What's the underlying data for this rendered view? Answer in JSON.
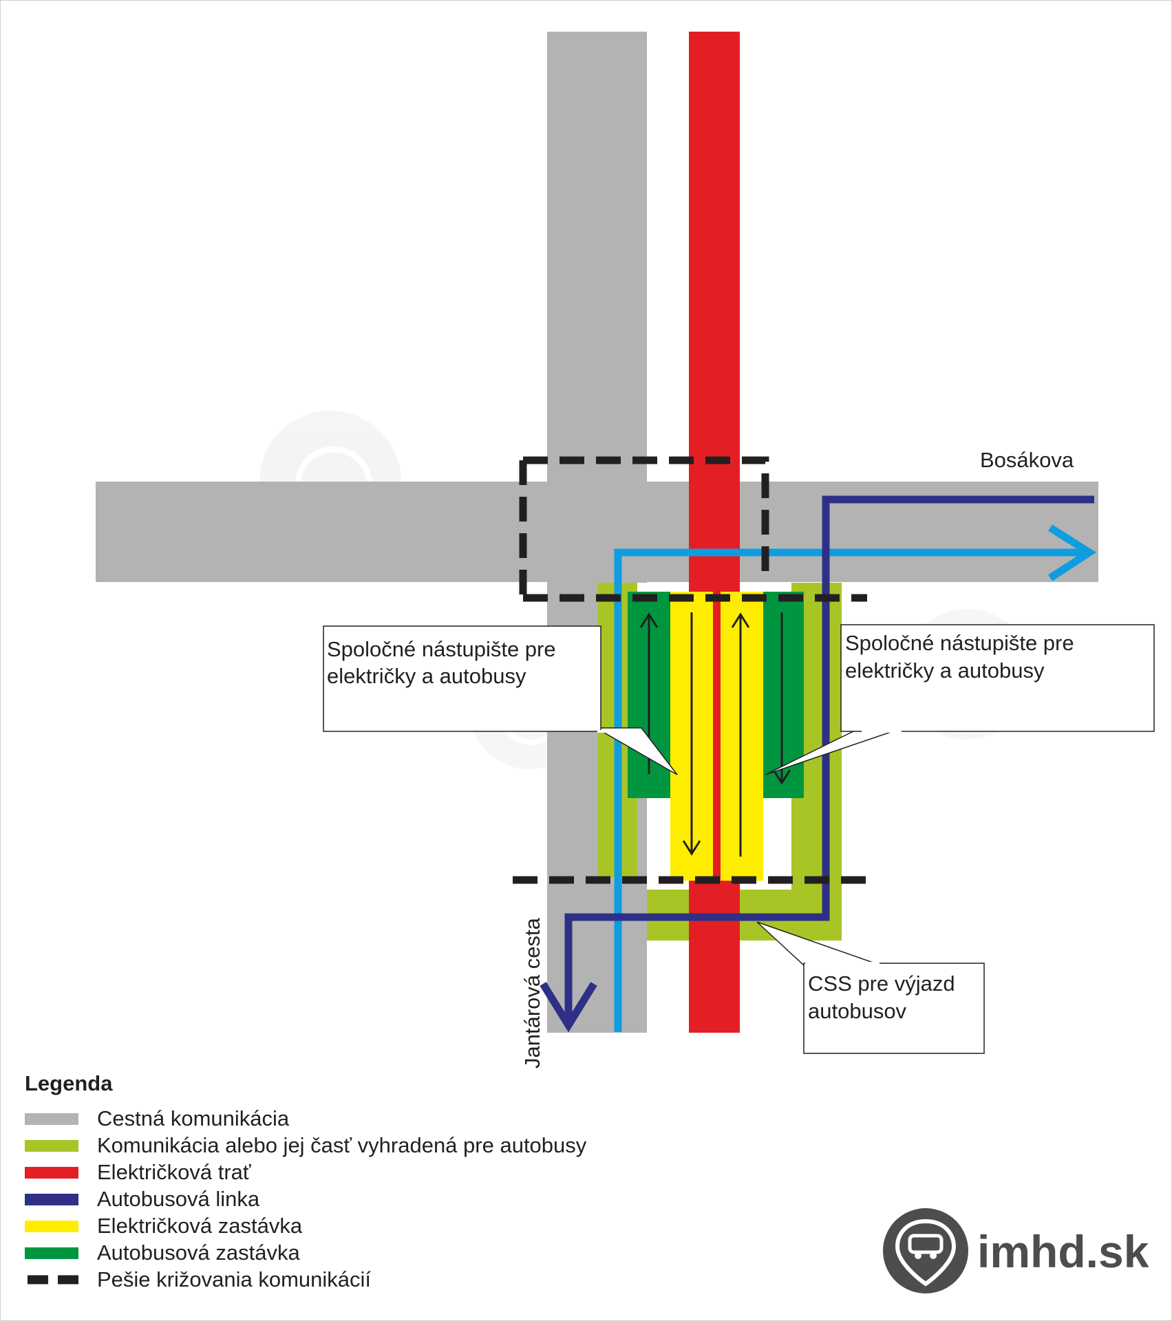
{
  "streets": {
    "horizontal": "Bosákova",
    "vertical": "Jantárová cesta"
  },
  "callouts": {
    "left_platform": [
      "Spoločné nástupište pre",
      "električky a autobusy"
    ],
    "right_platform": [
      "Spoločné nástupište pre",
      "električky a autobusy"
    ],
    "bus_exit": [
      "CSS pre výjazd",
      "autobusov"
    ]
  },
  "legend": {
    "title": "Legenda",
    "items": [
      {
        "label": "Cestná komunikácia",
        "color": "#b3b3b3",
        "style": "solid"
      },
      {
        "label": "Komunikácia alebo jej časť vyhradená pre autobusy",
        "color": "#a8c526",
        "style": "solid"
      },
      {
        "label": "Električková trať",
        "color": "#e31e24",
        "style": "solid"
      },
      {
        "label": "Autobusová linka",
        "color": "#2e3087",
        "style": "solid"
      },
      {
        "label": "Električková zastávka",
        "color": "#ffed00",
        "style": "solid"
      },
      {
        "label": "Autobusová zastávka",
        "color": "#009640",
        "style": "solid"
      },
      {
        "label": "Pešie križovania komunikácií",
        "color": "#231f20",
        "style": "dashed"
      }
    ]
  },
  "brand": {
    "text": "imhd.sk",
    "logo_icon": "imhd-bus-pin-icon"
  },
  "colors": {
    "road": "#b3b3b3",
    "bus_lane": "#a8c526",
    "tram_track": "#e31e24",
    "bus_line": "#2e3087",
    "tram_stop": "#ffed00",
    "bus_stop": "#009640",
    "second_bus_line": "#0f9de0",
    "crossing": "#231f20"
  }
}
